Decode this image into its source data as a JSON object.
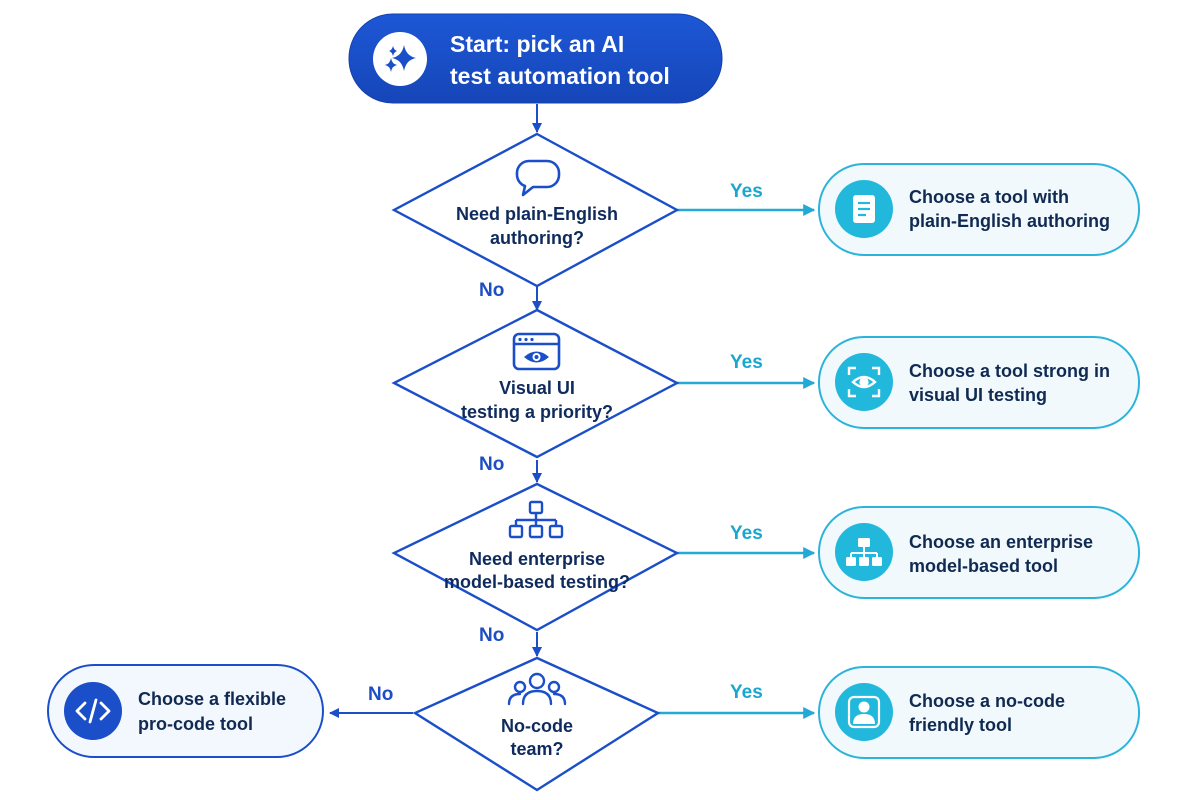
{
  "colors": {
    "primary": "#1a4fc9",
    "teal": "#22b8dc",
    "result_fill": "#f1f9fd",
    "dark_text": "#0f2a5c"
  },
  "start": {
    "line1": "Start: pick an AI",
    "line2": "test automation tool",
    "icon": "sparkle-icon"
  },
  "questions": [
    {
      "line1": "Need plain-English",
      "line2": "authoring?",
      "icon": "speech-bubble-icon"
    },
    {
      "line1": "Visual UI",
      "line2": "testing a priority?",
      "icon": "browser-eye-icon"
    },
    {
      "line1": "Need enterprise",
      "line2": "model-based testing?",
      "icon": "hierarchy-icon"
    },
    {
      "line1": "No-code",
      "line2": "team?",
      "icon": "team-icon"
    }
  ],
  "results": [
    {
      "line1": "Choose a tool with",
      "line2": "plain-English authoring",
      "icon": "document-icon"
    },
    {
      "line1": "Choose a tool strong in",
      "line2": "visual UI testing",
      "icon": "eye-scan-icon"
    },
    {
      "line1": "Choose an enterprise",
      "line2": "model-based tool",
      "icon": "hierarchy-icon"
    },
    {
      "line1": "Choose a no-code",
      "line2": "friendly tool",
      "icon": "user-icon"
    }
  ],
  "fallback": {
    "line1": "Choose a flexible",
    "line2": "pro-code tool",
    "icon": "code-icon"
  },
  "labels": {
    "yes": "Yes",
    "no": "No"
  }
}
